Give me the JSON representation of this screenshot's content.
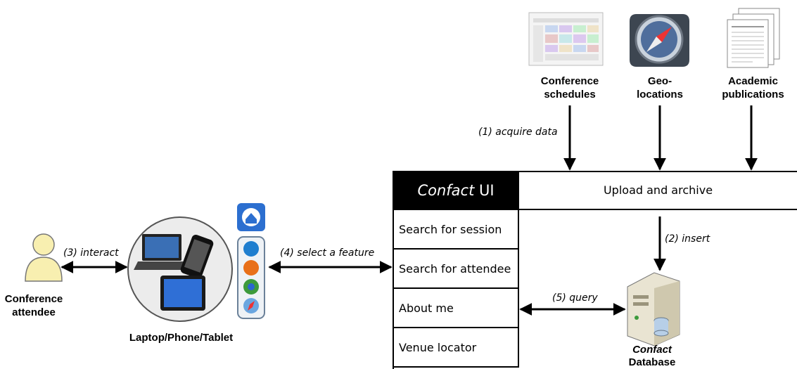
{
  "sources": [
    {
      "label_line1": "Conference",
      "label_line2": "schedules",
      "icon": "schedule-icon"
    },
    {
      "label_line1": "Geo-",
      "label_line2": "locations",
      "icon": "compass-icon"
    },
    {
      "label_line1": "Academic",
      "label_line2": "publications",
      "icon": "publications-icon"
    }
  ],
  "edges": {
    "acquire": "(1) acquire data",
    "insert": "(2) insert",
    "interact": "(3) interact",
    "select": "(4) select a feature",
    "query": "(5) query"
  },
  "ui": {
    "title_italic": "Confact",
    "title_rest": " UI",
    "upload": "Upload and archive",
    "menu": [
      "Search for session",
      "Search for attendee",
      "About me",
      "Venue locator"
    ]
  },
  "attendee": {
    "line1": "Conference",
    "line2": "attendee"
  },
  "devices": {
    "label": "Laptop/Phone/Tablet"
  },
  "database": {
    "line1": "Confact",
    "line2": "Database"
  }
}
